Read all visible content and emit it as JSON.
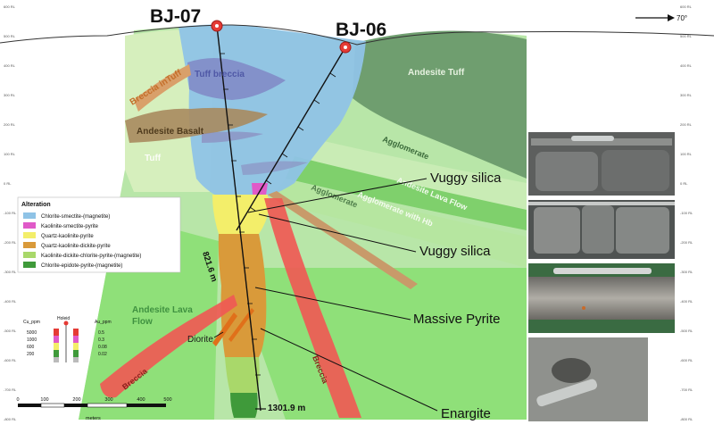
{
  "holes": {
    "bj07": "BJ-07",
    "bj06": "BJ-06"
  },
  "orientation": "70°",
  "rl_left": [
    "600 RL",
    "500 RL",
    "400 RL",
    "300 RL",
    "200 RL",
    "100 RL",
    "0 RL",
    "-100 RL",
    "-200 RL",
    "-300 RL",
    "-400 RL",
    "-500 RL",
    "-600 RL",
    "-700 RL",
    "-800 RL"
  ],
  "rl_right": [
    "600 RL",
    "500 RL",
    "400 RL",
    "300 RL",
    "200 RL",
    "100 RL",
    "0 RL",
    "-100 RL",
    "-200 RL",
    "-300 RL",
    "-400 RL",
    "-500 RL",
    "-600 RL",
    "-700 RL",
    "-800 RL"
  ],
  "units": {
    "breccia_in_tuff": "Breccia inTuff",
    "tuff_breccia": "Tuff breccia",
    "andesite_tuff": "Andesite Tuff",
    "andesite_basalt": "Andesite Basalt",
    "tuff": "Tuff",
    "agglomerate_1": "Agglomerate",
    "agglomerate_2": "Agglomerate",
    "andesite_lava_flow_right": "Andesite Lava Flow",
    "agglomerate_hb": "Agglomerate with Hb",
    "andesite_lava_flow_left": "Andesite Lava Flow",
    "breccia_left": "Breccia",
    "breccia_right": "Breccia",
    "diorite": "Diorite"
  },
  "depths": {
    "bj06": "821.6 m",
    "bj07": "1301.9 m"
  },
  "callouts": {
    "vuggy_silica_1": "Vuggy silica",
    "vuggy_silica_2": "Vuggy silica",
    "massive_pyrite": "Massive Pyrite",
    "enargite": "Enargite"
  },
  "legend": {
    "title": "Alteration",
    "items": [
      {
        "label": "Chlorite-smectite-(magnetite)",
        "color": "#8fc3e6"
      },
      {
        "label": "Kaolinite-smectite-pyrite",
        "color": "#e05ac8"
      },
      {
        "label": "Quartz-kaolinite-pyrite",
        "color": "#f3ee6a"
      },
      {
        "label": "Quartz-kaolinite-dickite-pyrite",
        "color": "#d99a3a"
      },
      {
        "label": "Kaolinite-dickite-chlorite-pyrite-(magnetite)",
        "color": "#a9d86a"
      },
      {
        "label": "Chlorite-epidote-pyrite-(magnetite)",
        "color": "#3f9a3a"
      }
    ]
  },
  "grade_legend": {
    "cu_title": "Cu_ppm",
    "hole_title": "Holeid",
    "au_title": "Au_ppm",
    "cu_values": [
      "5000",
      "1000",
      "600",
      "200"
    ],
    "au_values": [
      "0.5",
      "0.3",
      "0.08",
      "0.02"
    ]
  },
  "scale": {
    "ticks": [
      "0",
      "100",
      "200",
      "300",
      "400",
      "500"
    ],
    "unit": "meters"
  }
}
